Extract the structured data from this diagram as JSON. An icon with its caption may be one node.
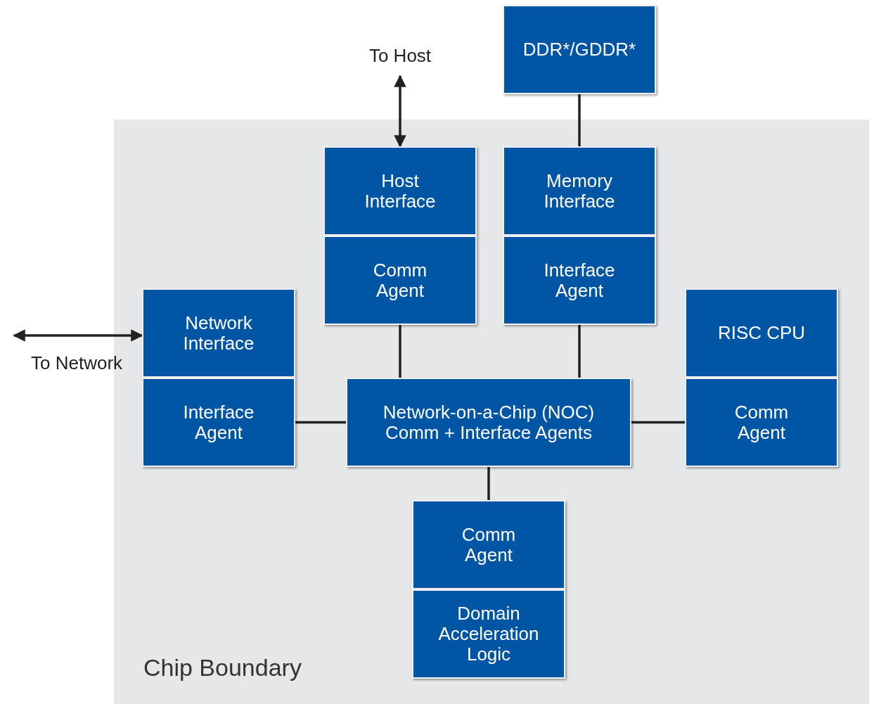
{
  "diagram": {
    "nodes": [
      {
        "text": [
          "Chip Boundary"
        ]
      },
      {
        "text": [
          "DDR*/GDDR*"
        ]
      },
      {
        "text": [
          "Host Interface"
        ],
        "in": 0
      },
      {
        "text": [
          "Comm Agent"
        ],
        "in": 0
      },
      {
        "text": [
          "Memory Interface"
        ],
        "in": 0
      },
      {
        "text": [
          "Interface Agent"
        ],
        "in": 0
      },
      {
        "text": [
          "Network Interface"
        ],
        "in": 0
      },
      {
        "text": [
          "Interface Agent"
        ],
        "in": 0
      },
      {
        "text": [
          "RISC CPU"
        ],
        "in": 0
      },
      {
        "text": [
          "Comm Agent"
        ],
        "in": 0
      },
      {
        "text": [
          "Network-on-a-Chip (NOC) Comm + Interface Agents"
        ],
        "in": 0
      },
      {
        "text": [
          "Comm Agent"
        ],
        "in": 0
      },
      {
        "text": [
          "Domain Acceleration Logic"
        ],
        "in": 0
      },
      {
        "text": [
          "To Host"
        ]
      }
    ],
    "edges": [
      {
        "from": 13,
        "to": 2,
        "arrow": "both"
      },
      {
        "from": 1,
        "to": 4,
        "arrow": "none"
      },
      {
        "from": null,
        "to": 6,
        "arrow": "both"
      },
      {
        "from": 3,
        "to": 10,
        "arrow": "none"
      },
      {
        "from": 5,
        "to": 10,
        "arrow": "none"
      },
      {
        "from": 7,
        "to": 10,
        "arrow": "none"
      },
      {
        "from": 10,
        "to": 9,
        "arrow": "none"
      },
      {
        "from": 10,
        "to": 11,
        "arrow": "none"
      }
    ],
    "labels": [
      "To Network"
    ]
  }
}
